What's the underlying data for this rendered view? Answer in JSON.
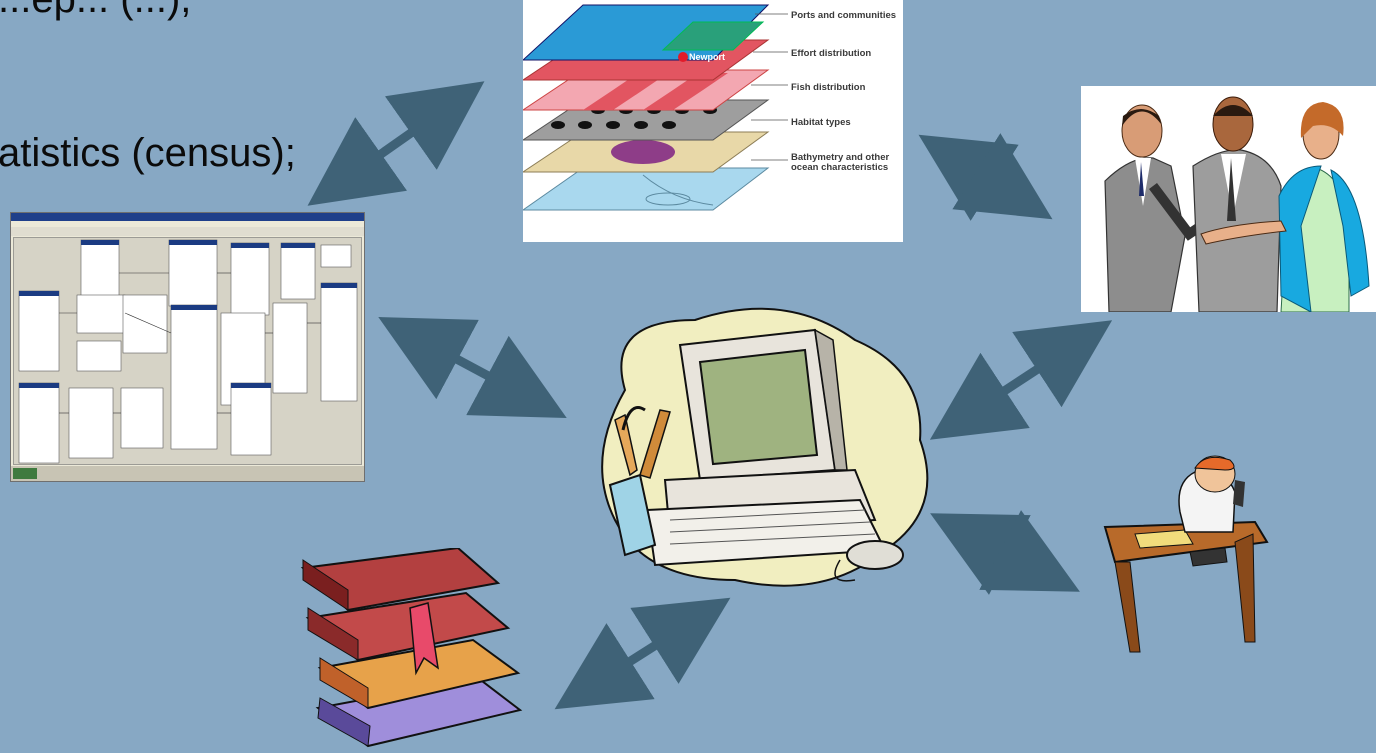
{
  "text": {
    "line1": "...ep... (...),",
    "line2": "atistics (census);"
  },
  "layers": {
    "labels": [
      "Ports and communities",
      "Effort distribution",
      "Fish distribution",
      "Habitat types",
      "Bathymetry and other",
      "ocean characteristics"
    ],
    "newport": "Newport"
  },
  "icons": {
    "database": "database-schema-icon",
    "people": "business-people-icon",
    "computer": "computer-icon",
    "books": "books-icon",
    "phone": "desk-phone-person-icon",
    "arrow": "double-arrow-icon"
  },
  "colors": {
    "background": "#87a8c4",
    "arrow": "#3f6277",
    "layer_blue": "#2a9ad6",
    "layer_red": "#e25561",
    "layer_pink": "#f3a7b1",
    "layer_grey": "#9e9e9e",
    "layer_tan": "#e8d8a8",
    "layer_light": "#a9d8ee",
    "habitat_purple": "#8e3d88"
  }
}
